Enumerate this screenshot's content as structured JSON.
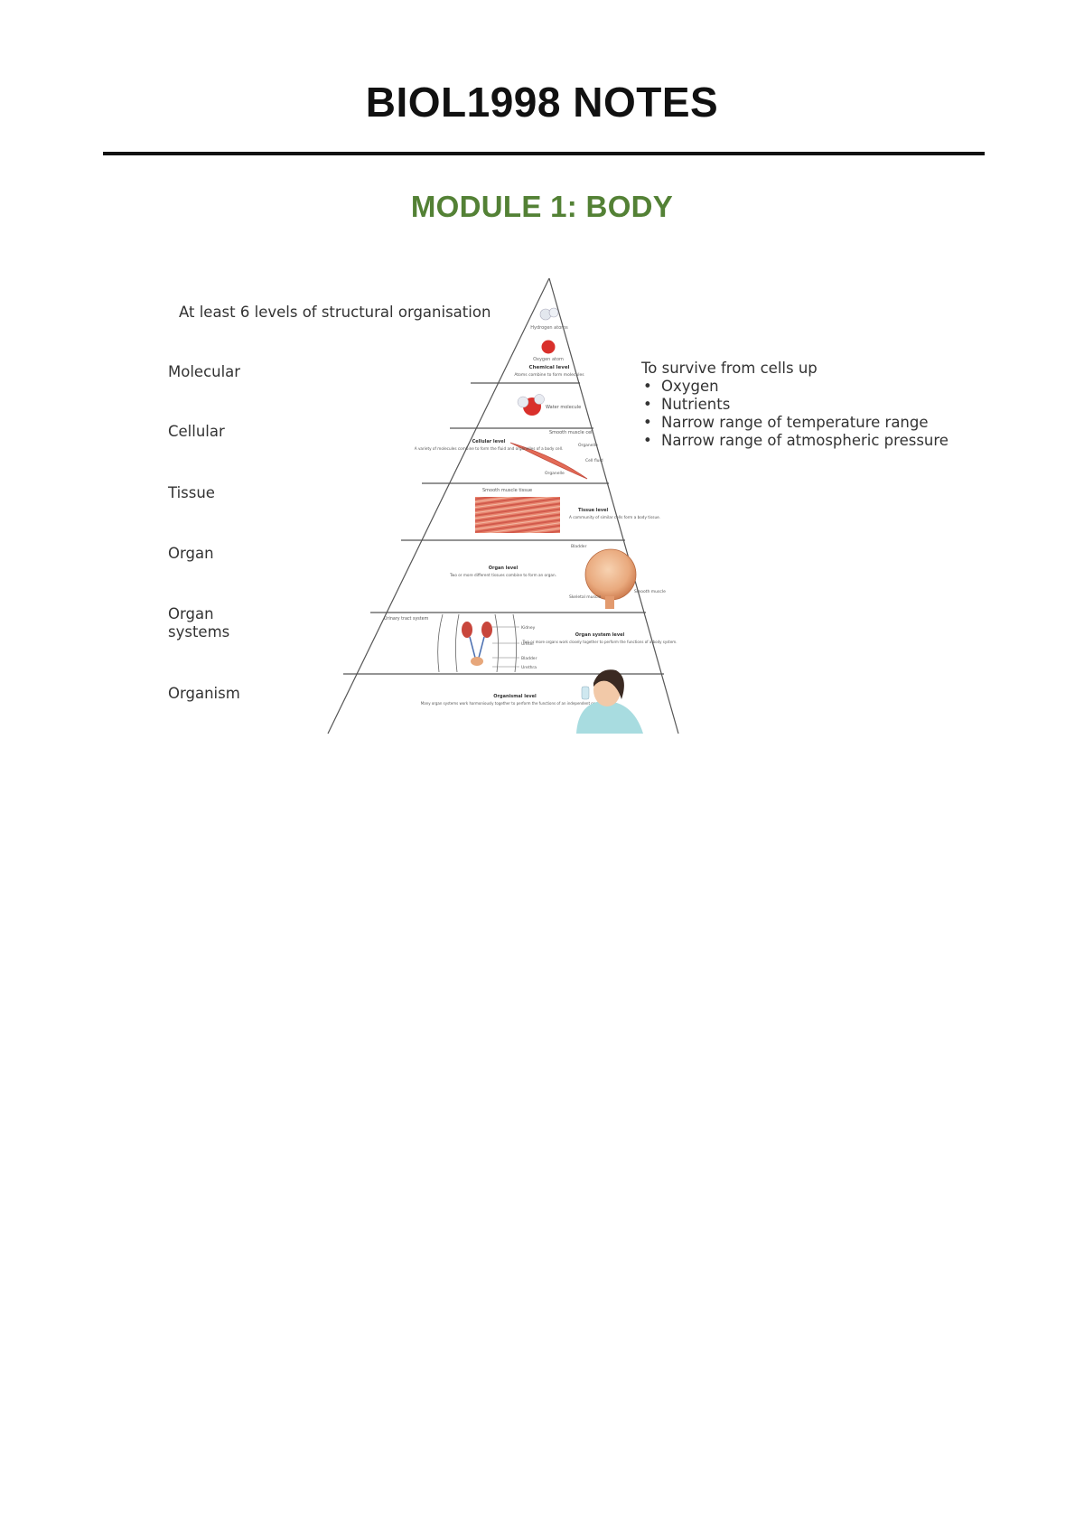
{
  "document": {
    "title": "BIOL1998 NOTES",
    "module_title": "MODULE 1: BODY"
  },
  "figure": {
    "caption": "At least 6 levels of structural organisation",
    "levels": [
      "Molecular",
      "Cellular",
      "Tissue",
      "Organ",
      "Organ systems",
      "Organism"
    ],
    "survive": {
      "heading": "To survive from cells up",
      "items": [
        "Oxygen",
        "Nutrients",
        "Narrow range of temperature range",
        "Narrow range of atmospheric pressure"
      ]
    },
    "pyramid_labels": {
      "hydrogen": "Hydrogen atoms",
      "oxygen": "Oxygen atom",
      "chemical_level": "Chemical level",
      "chemical_desc": "Atoms combine to form molecules",
      "water": "Water molecule",
      "smooth_cell": "Smooth muscle cell",
      "cellular_level": "Cellular level",
      "cellular_desc": "A variety of molecules combine to form the fluid and organelles of a body cell.",
      "organelle": "Organelle",
      "cell_fluid": "Cell fluid",
      "smooth_tissue": "Smooth muscle tissue",
      "tissue_level": "Tissue level",
      "tissue_desc": "A community of similar cells form a body tissue.",
      "bladder": "Bladder",
      "organ_level": "Organ level",
      "organ_desc": "Two or more different tissues combine to form an organ.",
      "skeletal": "Skeletal muscle",
      "smooth_muscle": "Smooth muscle",
      "urinary": "Urinary tract system",
      "kidney": "Kidney",
      "ureter": "Ureter",
      "bladder2": "Bladder",
      "urethra": "Urethra",
      "system_level": "Organ system level",
      "system_desc": "Two or more organs work closely together to perform the functions of a body system.",
      "organismal_level": "Organismal level",
      "organismal_desc": "Many organ systems work harmoniously together to perform the functions of an independent organism."
    }
  }
}
